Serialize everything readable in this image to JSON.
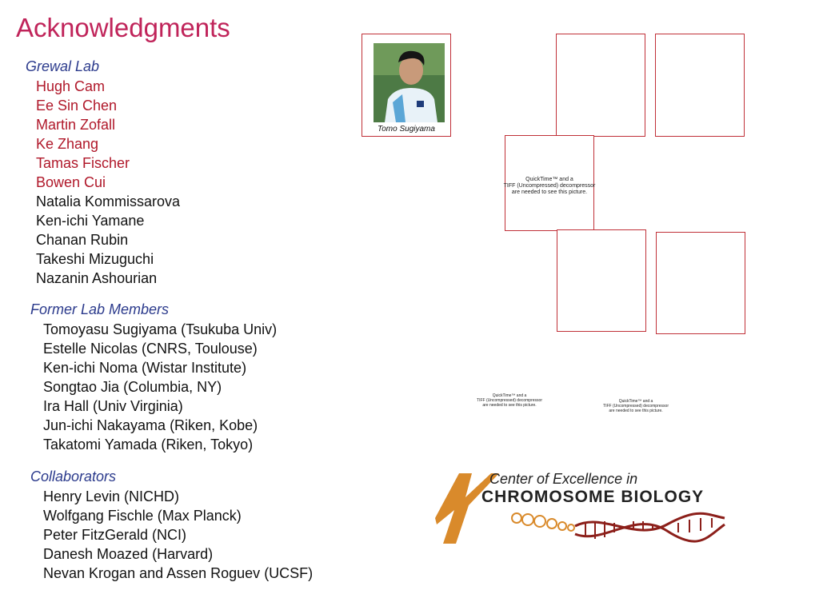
{
  "title": "Acknowledgments",
  "grewal_lab": {
    "heading": "Grewal Lab",
    "members_red": [
      "Hugh Cam",
      "Ee Sin Chen",
      "Martin Zofall",
      "Ke Zhang",
      "Tamas Fischer",
      "Bowen Cui"
    ],
    "members_black": [
      "Natalia Kommissarova",
      "Ken-ichi Yamane",
      "Chanan Rubin",
      "Takeshi Mizuguchi",
      "Nazanin Ashourian"
    ]
  },
  "former": {
    "heading": "Former Lab Members",
    "members": [
      "Tomoyasu Sugiyama (Tsukuba Univ)",
      "Estelle Nicolas (CNRS, Toulouse)",
      "Ken-ichi Noma (Wistar Institute)",
      "Songtao Jia (Columbia, NY)",
      "Ira Hall (Univ Virginia)",
      "Jun-ichi Nakayama (Riken, Kobe)",
      "Takatomi Yamada (Riken, Tokyo)"
    ]
  },
  "collaborators": {
    "heading": "Collaborators",
    "members": [
      "Henry Levin (NICHD)",
      "Wolfgang Fischle (Max Planck)",
      "Peter FitzGerald  (NCI)",
      "Danesh Moazed  (Harvard)",
      "Nevan Krogan and Assen Roguev (UCSF)"
    ]
  },
  "photo_caption": "Tomo Sugiyama",
  "quicktime_notice": {
    "line1": "QuickTime™ and a",
    "line2": "TIFF (Uncompressed) decompressor",
    "line3": "are needed to see this picture."
  },
  "logo": {
    "line1": "Center of Excellence in",
    "line2": "CHROMOSOME BIOLOGY"
  },
  "colors": {
    "title": "#c0245a",
    "heading": "#2b3a8c",
    "member_red": "#b0182a",
    "frame": "#c03038",
    "logo_orange": "#d98a2b"
  }
}
